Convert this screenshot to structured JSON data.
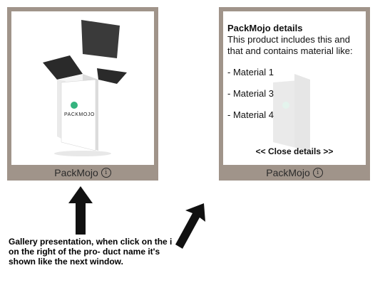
{
  "left_card": {
    "brand_label": "PackMojo",
    "box_brand": "PACKMOJO",
    "info_icon": "info-circle-icon"
  },
  "right_card": {
    "details_title": "PackMojo details",
    "details_intro": "This product includes this and that and contains material like:",
    "materials": [
      "- Material 1",
      "- Material 3",
      "- Material 4"
    ],
    "close_label": "<< Close details >>",
    "brand_label": "PackMojo",
    "info_icon": "info-circle-icon"
  },
  "caption": "Gallery presentation, when click on the i on the right of the pro- duct name it's shown like the next window.",
  "colors": {
    "card_frame": "#a0948a",
    "arrow": "#111111"
  }
}
